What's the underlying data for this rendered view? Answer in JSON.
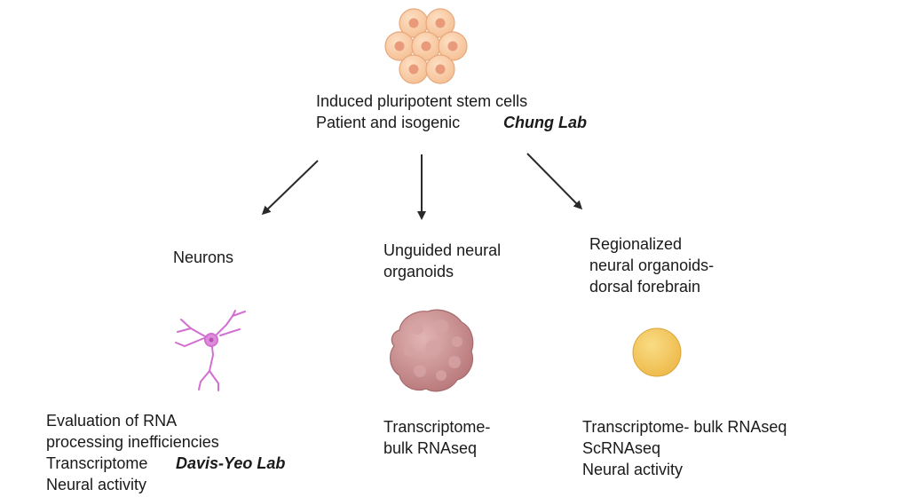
{
  "top": {
    "line1": "Induced pluripotent stem cells",
    "line2": "Patient and isogenic",
    "lab": "Chung Lab"
  },
  "branches": {
    "neurons": {
      "title": "Neurons",
      "desc_lines": [
        "Evaluation of RNA",
        "processing inefficiencies",
        "Transcriptome",
        "Neural activity"
      ],
      "lab": "Davis-Yeo Lab"
    },
    "unguided": {
      "title_lines": [
        "Unguided neural",
        "organoids"
      ],
      "desc_lines": [
        "Transcriptome-",
        "bulk RNAseq"
      ]
    },
    "regionalized": {
      "title_lines": [
        "Regionalized",
        "neural organoids-",
        "dorsal forebrain"
      ],
      "desc_lines": [
        "Transcriptome- bulk RNAseq",
        "ScRNAseq",
        "Neural activity"
      ]
    }
  },
  "colors": {
    "cell_fill": "#f7c9a0",
    "cell_nucleus": "#e89a7a",
    "neuron": "#d26fd0",
    "organoid": "#c98f90",
    "regional_organoid": "#f3c75e",
    "arrow": "#2a2a2a"
  },
  "icons": [
    "ipsc-cluster-icon",
    "neuron-icon",
    "organoid-icon",
    "regional-organoid-icon"
  ]
}
